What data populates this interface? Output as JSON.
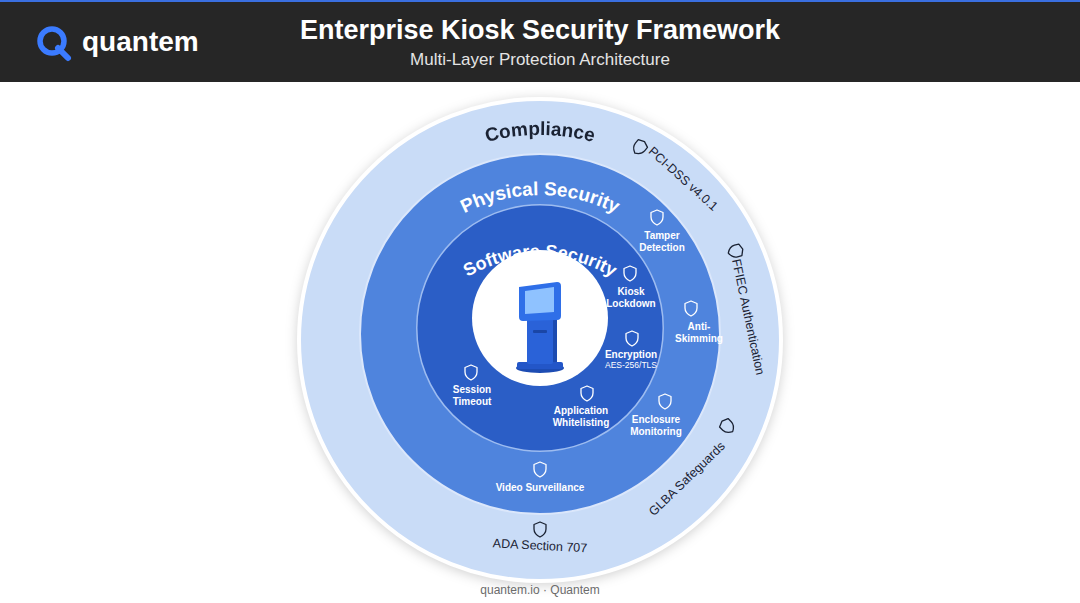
{
  "diagram": {
    "title": "Enterprise Kiosk Security Framework",
    "caption": "quantem.io · Quantem",
    "nodes": [
      {
        "text": [
          "Compliance"
        ]
      },
      {
        "text": [
          "Physical Security"
        ],
        "in": 0
      },
      {
        "text": [
          "Software Security"
        ],
        "in": 1
      }
    ],
    "labels": [
      "quantem",
      "Multi-Layer Protection Architecture",
      "PCI-DSS v4.0.1",
      "FFIEC Authentication",
      "GLBA Safeguards",
      "ADA Section 707",
      "Tamper Detection",
      "Anti-Skimming",
      "Enclosure Monitoring",
      "Video Surveillance",
      "Kiosk Lockdown",
      "Encryption",
      "AES-256/TLS",
      "Application Whitelisting",
      "Session Timeout"
    ]
  }
}
